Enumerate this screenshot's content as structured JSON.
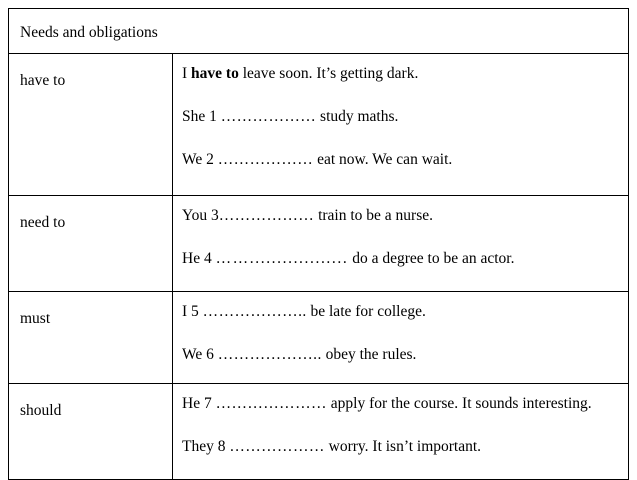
{
  "document": {
    "title": "Needs and obligations"
  },
  "table": {
    "header": {
      "title": "Needs and obligations"
    },
    "rows": [
      {
        "label": "have to",
        "lines": [
          {
            "prefix": "I ",
            "bold": "have to",
            "suffix": " leave soon. It’s getting dark."
          },
          {
            "prefix": "She 1 ",
            "dots": "………………",
            "suffix": " study maths."
          },
          {
            "prefix": "We 2 ",
            "dots": "………………",
            "suffix": " eat now. We can wait."
          }
        ]
      },
      {
        "label": "need to",
        "lines": [
          {
            "prefix": "You 3",
            "dots": "………………",
            "suffix": " train to be a nurse."
          },
          {
            "prefix": "He 4 ",
            "dots": "……..................",
            "suffix": " do a degree to be an actor."
          }
        ]
      },
      {
        "label": "must",
        "lines": [
          {
            "prefix": "I 5 ",
            "dots": "………………..",
            "suffix": " be late for college."
          },
          {
            "prefix": "We 6 ",
            "dots": "………………..",
            "suffix": " obey the rules."
          }
        ]
      },
      {
        "label": "should",
        "lines": [
          {
            "prefix": "He 7 ",
            "dots": "…………………",
            "suffix": " apply for the course. It sounds interesting."
          },
          {
            "prefix": "They 8 ",
            "dots": "………………",
            "suffix": " worry. It isn’t important."
          }
        ]
      }
    ]
  },
  "colors": {
    "page_background": "#ffffff",
    "text": "#000000",
    "border": "#000000"
  }
}
